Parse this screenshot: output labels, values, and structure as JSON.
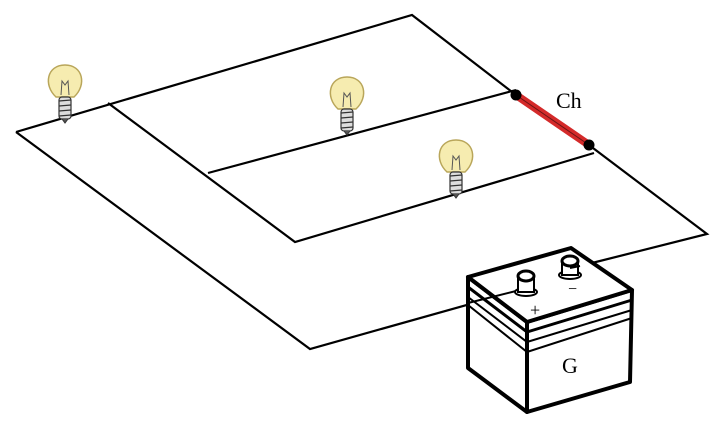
{
  "labels": {
    "switch": "Ch",
    "battery": "G",
    "plus": "+",
    "minus": "−"
  },
  "colors": {
    "switch": "#d42a2a",
    "bulb_glass": "#f6ecb0",
    "bulb_outline": "#b9a65a",
    "bulb_base": "#9a9a9a"
  },
  "components": [
    {
      "type": "bulb",
      "count": 3
    },
    {
      "type": "switch",
      "label": "Ch"
    },
    {
      "type": "battery",
      "label": "G"
    }
  ]
}
